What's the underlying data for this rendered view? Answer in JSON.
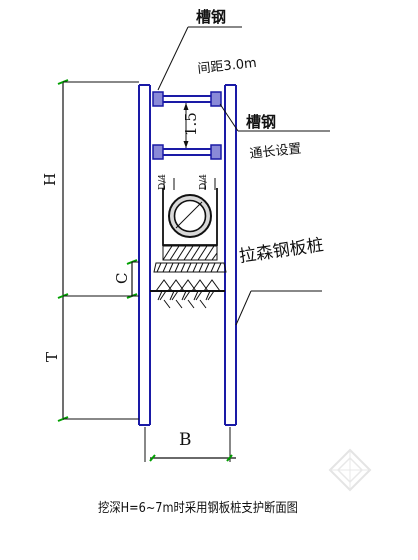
{
  "labels": {
    "channel_steel_top": "槽钢",
    "spacing": "间距3.0m",
    "vertical_spacing": "1.5",
    "channel_steel_side": "槽钢",
    "extend": "通长设置",
    "sheet_pile": "拉森钢板桩",
    "pipe_left_dim": "D/4",
    "pipe_right_dim": "D/4",
    "dim_h": "H",
    "dim_c": "C",
    "dim_t": "T",
    "dim_b": "B",
    "caption": "挖深H=6~7m时采用钢板桩支护断面图"
  },
  "colors": {
    "sheet_pile_line": "#1a1aa6",
    "strut": "#1a1aa6",
    "connector_fill": "#8a8ad8",
    "dimension_tick": "#00a000",
    "ink": "#111111",
    "pipe_fill": "#d9d9d9",
    "watermark": "#d8d8d8"
  }
}
